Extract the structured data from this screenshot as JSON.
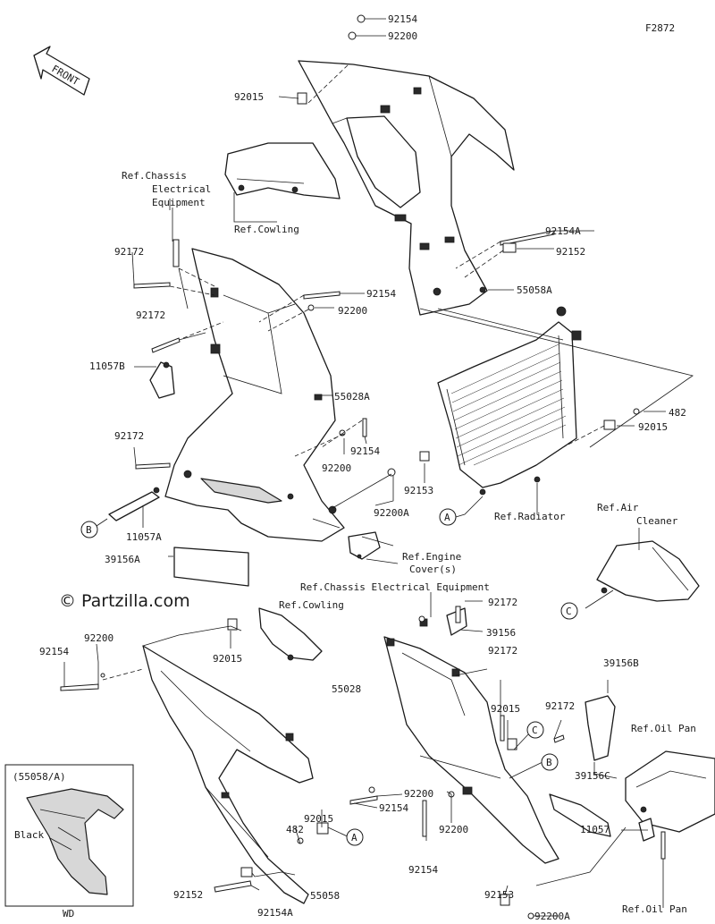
{
  "figure_code": "F2872",
  "front_label": "FRONT",
  "copyright": "© Partzilla.com",
  "inset": {
    "title": "(55058/A)",
    "color_label": "Black",
    "footer": "WD"
  },
  "labels": {
    "p92154_top": "92154",
    "p92200_top": "92200",
    "p92015_a": "92015",
    "ref_chassis_1": "Ref.Chassis",
    "ref_chassis_2": "Electrical",
    "ref_chassis_3": "Equipment",
    "ref_cowling_a": "Ref.Cowling",
    "p92172_a": "92172",
    "p92172_b": "92172",
    "p11057B": "11057B",
    "p92154A_a": "92154A",
    "p92152_a": "92152",
    "p92154_b": "92154",
    "p55058A": "55058A",
    "p92200_b": "92200",
    "p55028A": "55028A",
    "p482_a": "482",
    "p92015_b": "92015",
    "p92172_c": "92172",
    "p92154_c": "92154",
    "p92200_c": "92200",
    "p92153_a": "92153",
    "p92200A_a": "92200A",
    "ref_radiator": "Ref.Radiator",
    "circle_A_1": "A",
    "circle_B_1": "B",
    "p11057A": "11057A",
    "p39156A": "39156A",
    "ref_engine_1": "Ref.Engine",
    "ref_engine_2": "Cover(s)",
    "ref_air_1": "Ref.Air",
    "ref_air_2": "Cleaner",
    "circle_C_1": "C",
    "ref_chassis_long": "Ref.Chassis Electrical Equipment",
    "ref_cowling_b": "Ref.Cowling",
    "p92172_d": "92172",
    "p39156": "39156",
    "p92154_d": "92154",
    "p92200_d": "92200",
    "p92015_c": "92015",
    "p92172_e": "92172",
    "p55028": "55028",
    "p39156B": "39156B",
    "p92015_d": "92015",
    "circle_C_2": "C",
    "p92172_f": "92172",
    "ref_oil_pan_1": "Ref.Oil Pan",
    "circle_B_2": "B",
    "p39156C": "39156C",
    "p92200_e": "92200",
    "p92154_e": "92154",
    "p92015_e": "92015",
    "p482_b": "482",
    "circle_A_2": "A",
    "p11057": "11057",
    "p92200_f": "92200",
    "p92154_f": "92154",
    "p92152_b": "92152",
    "p55058": "55058",
    "p92153_b": "92153",
    "p92200A_b": "92200A",
    "p92154A_b": "92154A",
    "ref_oil_pan_2": "Ref.Oil Pan"
  }
}
